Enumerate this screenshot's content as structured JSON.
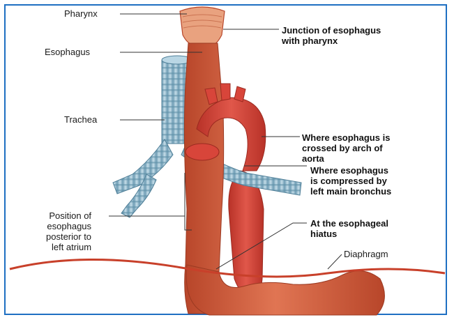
{
  "labels": {
    "pharynx": "Pharynx",
    "esophagus": "Esophagus",
    "trachea": "Trachea",
    "position": "Position of\nesophagus\nposterior to\nleft atrium",
    "junction": "Junction of esophagus\nwith pharynx",
    "aorta": "Where esophagus is\ncrossed by arch of\naorta",
    "bronchus": "Where esophagus\nis compressed by\nleft main bronchus",
    "hiatus": "At the esophageal\nhiatus",
    "diaphragm": "Diaphragm"
  },
  "colors": {
    "frame": "#1e6fc2",
    "esophagus": "#d9623f",
    "esophagus_dark": "#b8462a",
    "aorta": "#d8453a",
    "trachea": "#9cc3d6",
    "trachea_dark": "#5f8fa8",
    "leader": "#333333"
  }
}
